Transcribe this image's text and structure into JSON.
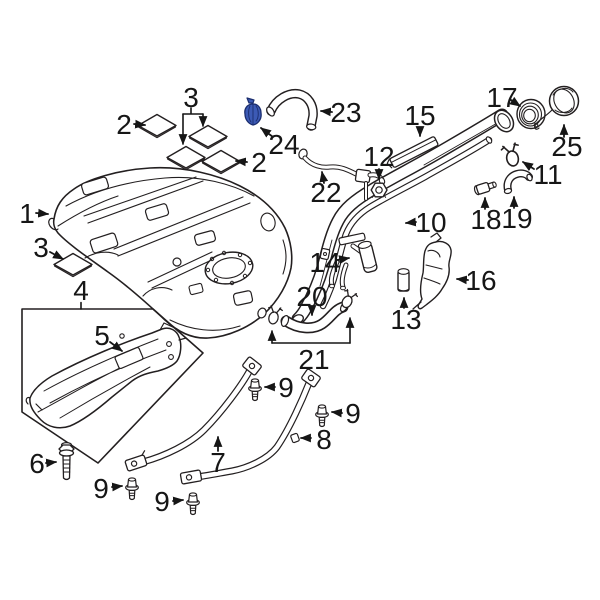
{
  "diagram": {
    "background": "#ffffff",
    "line_color": "#231f20",
    "label_color": "#161616",
    "highlight_color": "#3c5ab5",
    "highlight_outline": "#1b2d6e",
    "callouts": {
      "c1": "1",
      "c2a": "2",
      "c2b": "2",
      "c3a": "3",
      "c3b": "3",
      "c4": "4",
      "c5": "5",
      "c6": "6",
      "c7": "7",
      "c8": "8",
      "c9a": "9",
      "c9b": "9",
      "c9c": "9",
      "c9d": "9",
      "c10": "10",
      "c11": "11",
      "c12": "12",
      "c13": "13",
      "c14": "14",
      "c15": "15",
      "c16": "16",
      "c17": "17",
      "c18": "18",
      "c19": "19",
      "c20": "20",
      "c21": "21",
      "c22": "22",
      "c23": "23",
      "c24": "24",
      "c25": "25"
    }
  }
}
